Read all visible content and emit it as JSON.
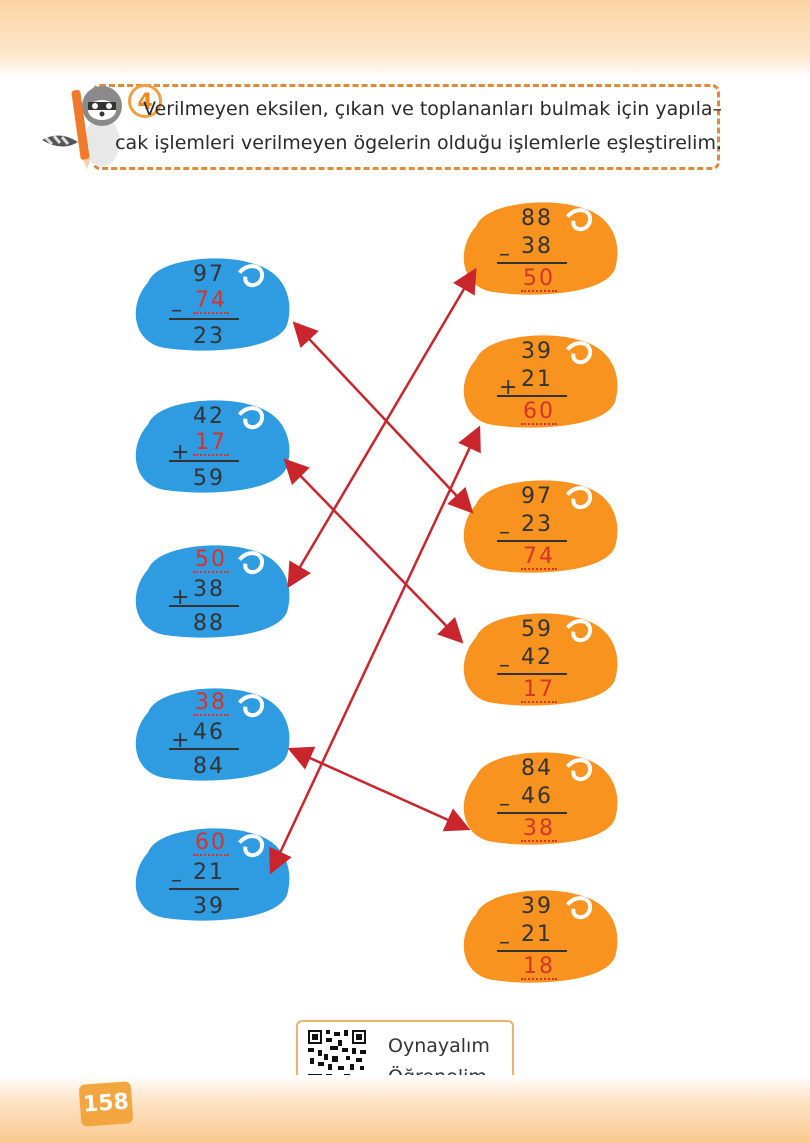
{
  "instruction": {
    "step": "4",
    "line1": "Verilmeyen eksilen, çıkan ve toplananları bulmak için yapıla–",
    "line2": "cak işlemleri verilmeyen ögelerin olduğu işlemlerle eşleştirelim."
  },
  "left_bubbles": [
    {
      "top": "97",
      "mid": "74",
      "op": "–",
      "bottom": "23",
      "missing": "mid"
    },
    {
      "top": "42",
      "mid": "17",
      "op": "+",
      "bottom": "59",
      "missing": "mid"
    },
    {
      "top": "50",
      "mid": "38",
      "op": "+",
      "bottom": "88",
      "missing": "top"
    },
    {
      "top": "38",
      "mid": "46",
      "op": "+",
      "bottom": "84",
      "missing": "top"
    },
    {
      "top": "60",
      "mid": "21",
      "op": "–",
      "bottom": "39",
      "missing": "top"
    }
  ],
  "right_bubbles": [
    {
      "top": "88",
      "mid": "38",
      "op": "–",
      "bottom": "50",
      "missing": "bottom"
    },
    {
      "top": "39",
      "mid": "21",
      "op": "+",
      "bottom": "60",
      "missing": "bottom"
    },
    {
      "top": "97",
      "mid": "23",
      "op": "–",
      "bottom": "74",
      "missing": "bottom"
    },
    {
      "top": "59",
      "mid": "42",
      "op": "–",
      "bottom": "17",
      "missing": "bottom"
    },
    {
      "top": "84",
      "mid": "46",
      "op": "–",
      "bottom": "38",
      "missing": "bottom"
    },
    {
      "top": "39",
      "mid": "21",
      "op": "–",
      "bottom": "18",
      "missing": "bottom"
    }
  ],
  "qr": {
    "line1": "Oynayalım",
    "line2": "Öğrenelim"
  },
  "page_number": "158",
  "colors": {
    "blue": "#2f9be0",
    "orange": "#f7931e",
    "arrow": "#c9252c",
    "accent": "#e08a3c"
  }
}
